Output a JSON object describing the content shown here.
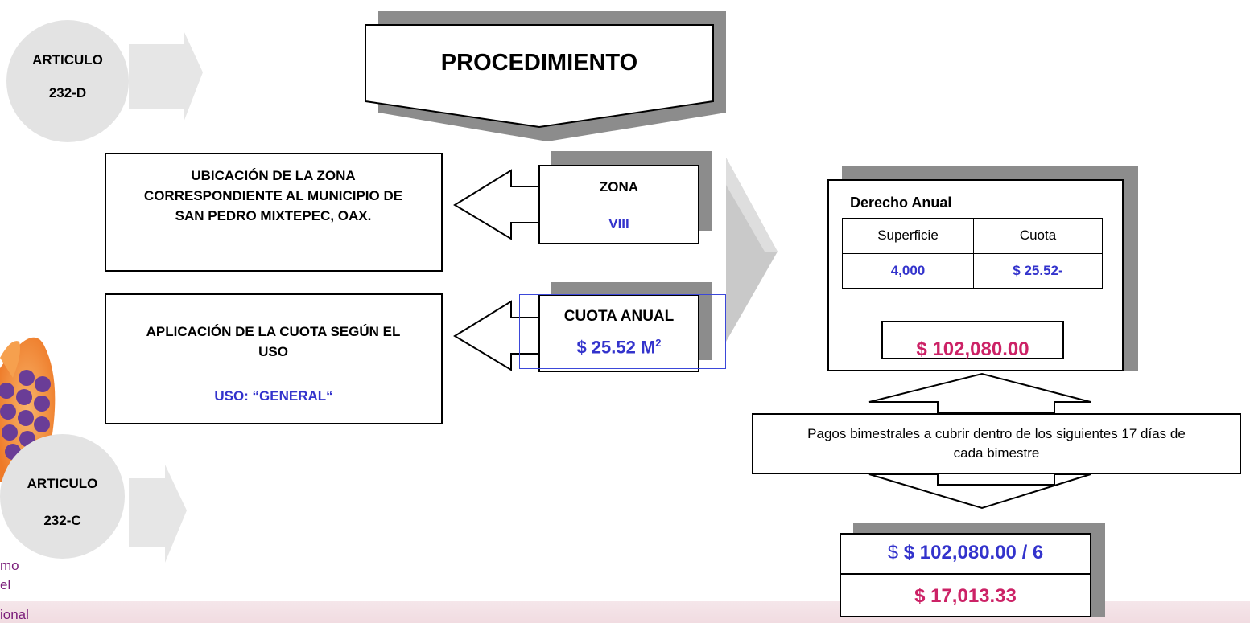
{
  "articulo_top": {
    "label": "ARTICULO",
    "number": "232-D"
  },
  "articulo_bottom": {
    "label": "ARTICULO",
    "number": "232-C"
  },
  "procedimiento": {
    "title": "PROCEDIMIENTO"
  },
  "ubicacion": {
    "text": "UBICACIÓN DE LA ZONA CORRESPONDIENTE  AL MUNICIPIO DE SAN PEDRO MIXTEPEC, OAX."
  },
  "zona": {
    "label": "ZONA",
    "value": "VIII"
  },
  "aplicacion": {
    "text": "APLICACIÓN DE LA CUOTA SEGÚN EL USO",
    "uso": "USO: “GENERAL“"
  },
  "cuota_anual": {
    "label": "CUOTA ANUAL",
    "value": "$  25.52 M",
    "superscript": "2"
  },
  "derecho_anual": {
    "title": "Derecho Anual",
    "headers": [
      "Superficie",
      "Cuota"
    ],
    "values": [
      "4,000",
      "$ 25.52-"
    ],
    "total": "$ 102,080.00"
  },
  "pagos": {
    "text": "Pagos bimestrales a cubrir dentro de los siguientes 17 días de cada bimestre"
  },
  "resultado": {
    "currency_symbol": "$",
    "division": "$ 102,080.00 / 6",
    "result": "$ 17,013.33"
  },
  "side_text": [
    "mo",
    "el",
    "ional"
  ],
  "colors": {
    "blue": "#3333cc",
    "pink": "#cc2266",
    "gray_circle": "#e3e3e3",
    "shadow": "#8c8c8c",
    "band": "#f3e1e5"
  }
}
